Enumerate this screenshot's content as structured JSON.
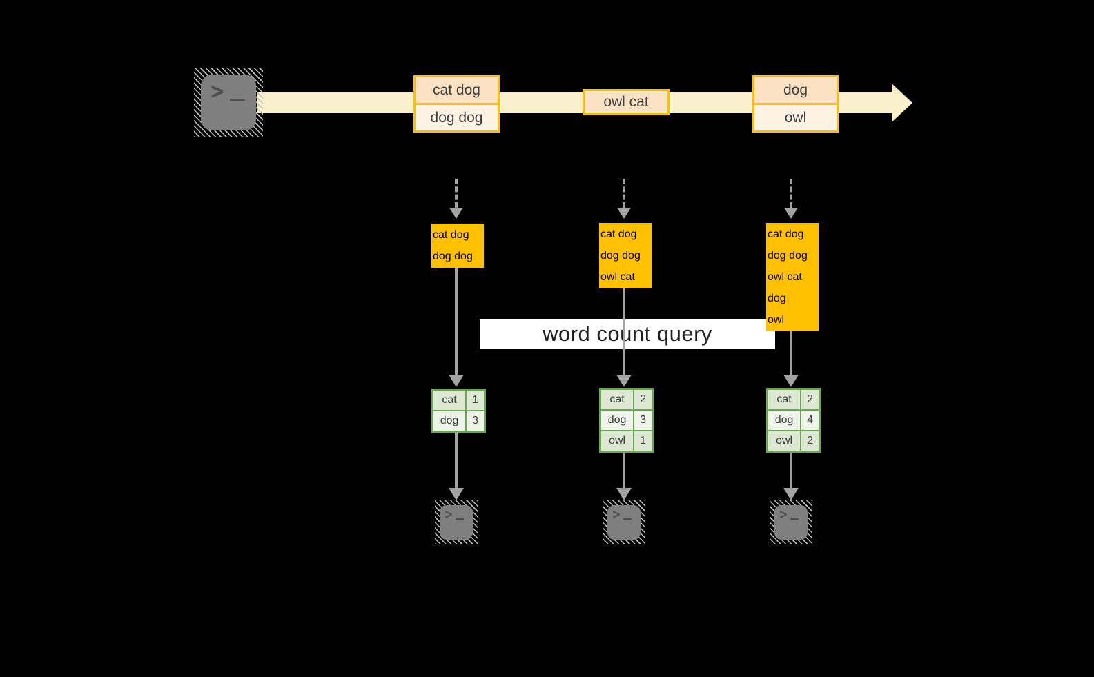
{
  "colors": {
    "background": "#000000",
    "stream_band": "#FAF0CC",
    "box_border": "#FFC000",
    "cell_peach": "#FBE2C3",
    "cell_cream": "#FDF3E3",
    "cell_text": "#3F3F3F",
    "banner_bg": "#FFFFFF",
    "banner_text": "#1F1F1F",
    "table_border": "#6AA84F",
    "table_cell_dark": "#DCE8D2",
    "table_cell_light": "#EFF4EA",
    "arrow_gray": "#A3A3A3",
    "terminal_body": "#7F7F7F",
    "terminal_glyph": "#4D4D4D"
  },
  "icons": {
    "terminal_prompt": ">",
    "terminal_cursor": "_"
  },
  "query": {
    "label": "word count query"
  },
  "stream_batches": [
    {
      "lines": [
        "cat dog",
        "dog dog"
      ]
    },
    {
      "lines": [
        "owl cat"
      ]
    },
    {
      "lines": [
        "dog",
        "owl"
      ]
    }
  ],
  "micro_batches": [
    {
      "lines": [
        "cat dog",
        "dog dog"
      ]
    },
    {
      "lines": [
        "cat dog",
        "dog dog",
        "owl cat"
      ]
    },
    {
      "lines": [
        "cat dog",
        "dog dog",
        "owl cat",
        "dog",
        "owl"
      ]
    }
  ],
  "word_counts": [
    {
      "rows": [
        {
          "word": "cat",
          "count": "1"
        },
        {
          "word": "dog",
          "count": "3"
        }
      ]
    },
    {
      "rows": [
        {
          "word": "cat",
          "count": "2"
        },
        {
          "word": "dog",
          "count": "3"
        },
        {
          "word": "owl",
          "count": "1"
        }
      ]
    },
    {
      "rows": [
        {
          "word": "cat",
          "count": "2"
        },
        {
          "word": "dog",
          "count": "4"
        },
        {
          "word": "owl",
          "count": "2"
        }
      ]
    }
  ]
}
